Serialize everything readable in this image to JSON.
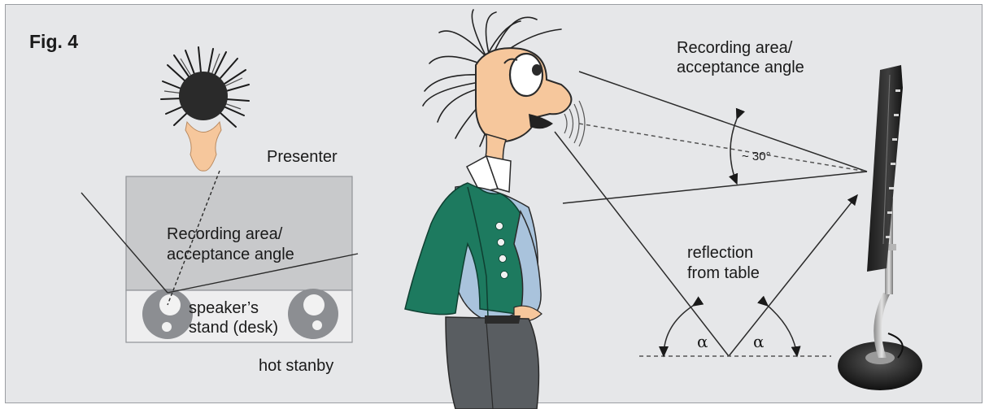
{
  "figure_label": "Fig. 4",
  "left_diagram": {
    "presenter_label": "Presenter",
    "recording_area_line1": "Recording area/",
    "recording_area_line2": "acceptance angle",
    "speakers_stand_line1": "speaker’s",
    "speakers_stand_line2": "stand (desk)",
    "hot_standby_label": "hot stanby"
  },
  "right_diagram": {
    "recording_area_line1": "Recording area/",
    "recording_area_line2": "acceptance angle",
    "angle_label": "~ 30°",
    "reflection_line1": "reflection",
    "reflection_line2": "from table",
    "alpha_left": "α",
    "alpha_right": "α"
  },
  "colors": {
    "background": "#e6e7e9",
    "desk_gray": "#c8c9cb",
    "desk_light": "#eeeeef",
    "vest_green": "#1d7a5f",
    "shirt_blue": "#a9c3dc",
    "trousers_gray": "#595d61",
    "skin": "#f6c79c"
  }
}
